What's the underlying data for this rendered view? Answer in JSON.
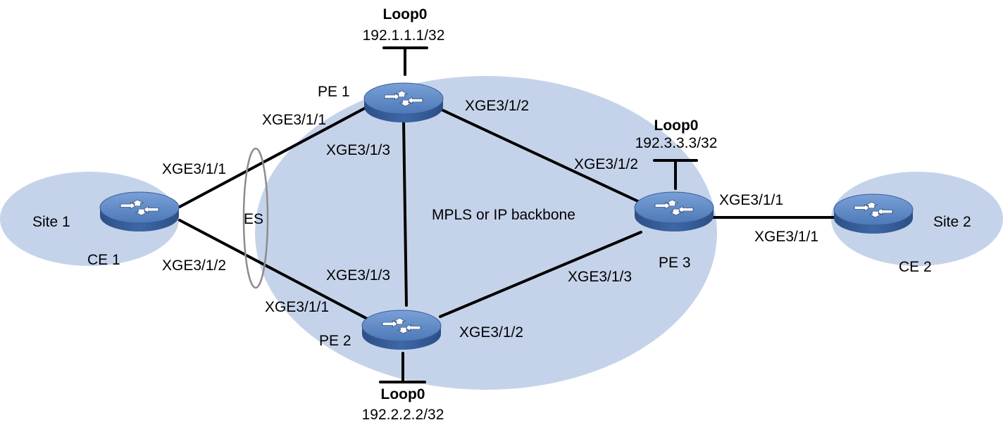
{
  "colors": {
    "region_fill": "#c5d3ea",
    "link": "#000000",
    "device_top": "#5b86c4",
    "device_side": "#33578f",
    "es_ring": "#8c8c8c"
  },
  "regions": {
    "backbone": "MPLS or IP backbone",
    "site1": "Site 1",
    "site2": "Site 2"
  },
  "devices": {
    "pe1": {
      "name": "PE 1",
      "icon": "router-icon",
      "loopback": "Loop0",
      "ip": "192.1.1.1/32"
    },
    "pe2": {
      "name": "PE 2",
      "icon": "router-icon",
      "loopback": "Loop0",
      "ip": "192.2.2.2/32"
    },
    "pe3": {
      "name": "PE 3",
      "icon": "router-icon",
      "loopback": "Loop0",
      "ip": "192.3.3.3/32"
    },
    "ce1": {
      "name": "CE 1",
      "icon": "switch-icon"
    },
    "ce2": {
      "name": "CE 2",
      "icon": "switch-icon"
    }
  },
  "es_label": "ES",
  "links": {
    "ce1_pe1": {
      "ce1_port": "XGE3/1/1",
      "pe1_port": "XGE3/1/1"
    },
    "ce1_pe2": {
      "ce1_port": "XGE3/1/2",
      "pe2_port": "XGE3/1/1"
    },
    "pe1_pe3": {
      "pe1_port": "XGE3/1/2",
      "pe3_port": "XGE3/1/2"
    },
    "pe1_pe2": {
      "pe1_port": "XGE3/1/3",
      "pe2_port": "XGE3/1/3"
    },
    "pe2_pe3": {
      "pe2_port": "XGE3/1/2",
      "pe3_port": "XGE3/1/3"
    },
    "pe3_ce2": {
      "pe3_port": "XGE3/1/1",
      "ce2_port": "XGE3/1/1"
    }
  }
}
